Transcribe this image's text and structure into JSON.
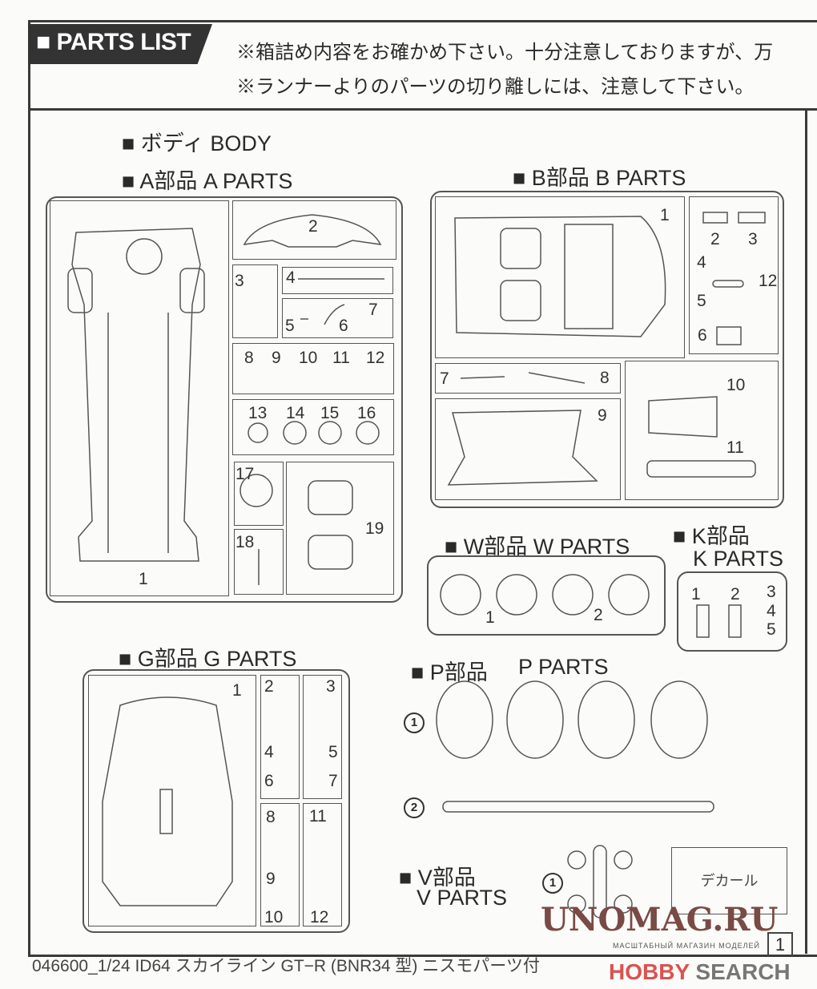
{
  "header": {
    "title": "■ PARTS LIST",
    "notes": [
      "※箱詰め内容をお確かめ下さい。十分注意しておりますが、万",
      "※ランナーよりのパーツの切り離しには、注意して下さい。"
    ]
  },
  "sections": {
    "body": "■ ボディ BODY",
    "a": "■ A部品 A PARTS",
    "b": "■ B部品 B PARTS",
    "w": "■ W部品 W PARTS",
    "k1": "■ K部品",
    "k2": "K PARTS",
    "g": "■ G部品 G PARTS",
    "p1": "■ P部品",
    "p2": "P PARTS",
    "v1": "■ V部品",
    "v2": "V PARTS"
  },
  "parts": {
    "a": [
      "1",
      "2",
      "3",
      "4",
      "5",
      "6",
      "7",
      "8",
      "9",
      "10",
      "11",
      "12",
      "13",
      "14",
      "15",
      "16",
      "17",
      "18",
      "19"
    ],
    "b": [
      "1",
      "2",
      "3",
      "4",
      "5",
      "6",
      "7",
      "8",
      "9",
      "10",
      "11",
      "12"
    ],
    "w": [
      "1",
      "2"
    ],
    "k": [
      "1",
      "2",
      "3",
      "4",
      "5"
    ],
    "g": [
      "1",
      "2",
      "3",
      "4",
      "5",
      "6",
      "7",
      "8",
      "9",
      "10",
      "11",
      "12"
    ],
    "p": [
      "1",
      "2"
    ],
    "v": [
      "1"
    ]
  },
  "decal_label": "デカール",
  "footer": {
    "text": "046600_1/24 ID64 スカイライン GT−R (BNR34 型) ニスモパーツ付",
    "page": "1"
  },
  "watermark": {
    "site": "UNOMAG.RU",
    "tagline": "МАСШТАБНЫЙ МАГАЗИН МОДЕЛЕЙ",
    "hobby": "HOBBY",
    "search": "SEARCH"
  }
}
